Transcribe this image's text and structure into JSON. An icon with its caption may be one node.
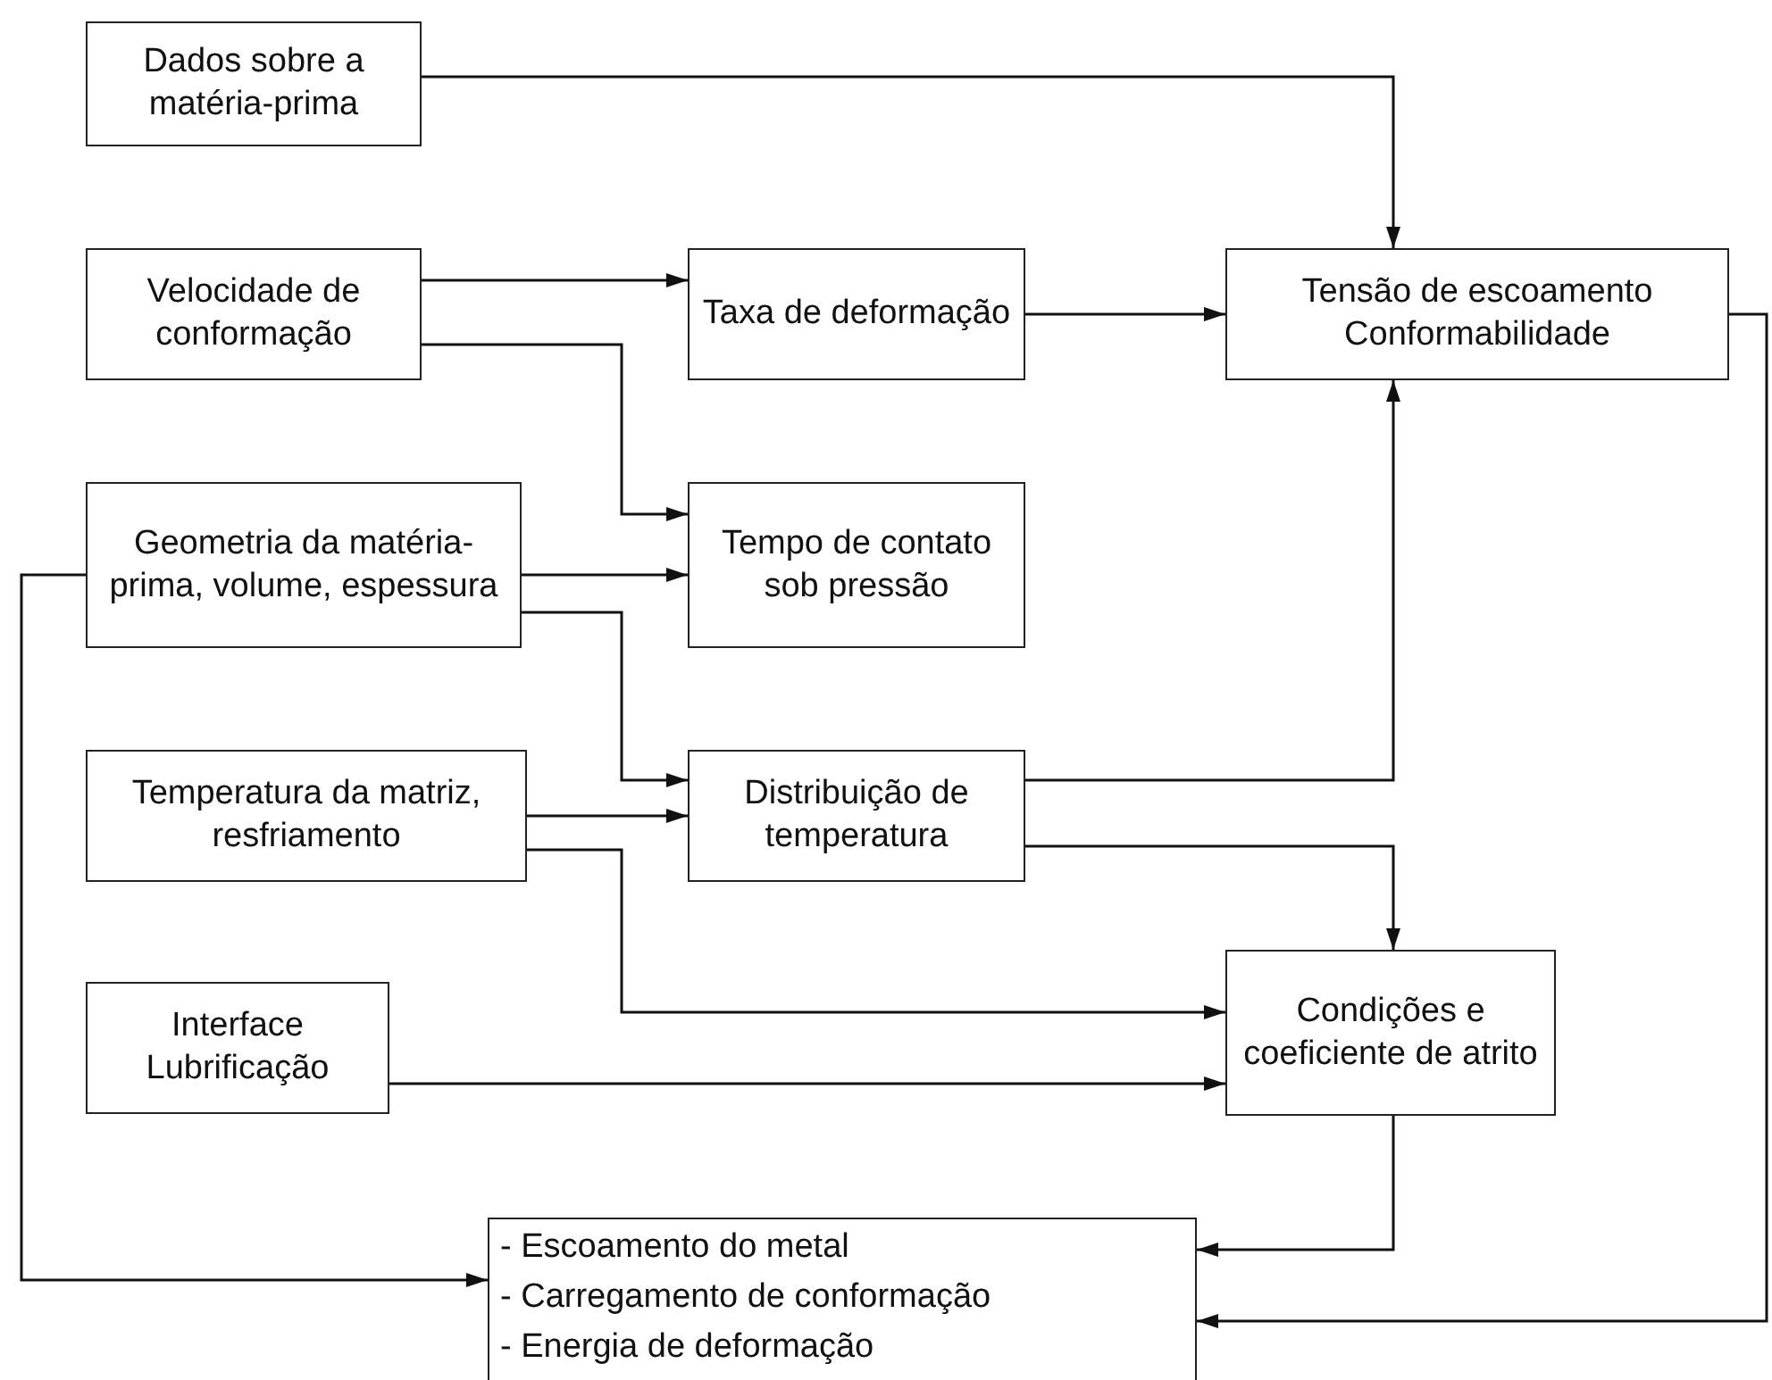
{
  "diagram": {
    "nodes": [
      {
        "text": [
          "Dados sobre a matéria-prima"
        ]
      },
      {
        "text": [
          "Velocidade de conformação"
        ]
      },
      {
        "text": [
          "Taxa de deformação"
        ]
      },
      {
        "text": [
          "Tensão de escoamento Conformabilidade"
        ]
      },
      {
        "text": [
          "Geometria da matéria-prima, volume, espessura"
        ]
      },
      {
        "text": [
          "Tempo de contato sob pressão"
        ]
      },
      {
        "text": [
          "Temperatura da matriz, resfriamento"
        ]
      },
      {
        "text": [
          "Distribuição de temperatura"
        ]
      },
      {
        "text": [
          "Interface Lubrificação"
        ]
      },
      {
        "text": [
          "Condições e coeficiente de atrito"
        ]
      },
      {
        "text": [
          "- Escoamento do metal",
          "- Carregamento de conformação",
          "- Energia de deformação"
        ]
      }
    ],
    "edges": [
      {
        "from": 0,
        "to": 3,
        "arrow": "to"
      },
      {
        "from": 1,
        "to": 2,
        "arrow": "to"
      },
      {
        "from": 1,
        "to": 5,
        "arrow": "to"
      },
      {
        "from": 2,
        "to": 3,
        "arrow": "to"
      },
      {
        "from": 4,
        "to": 5,
        "arrow": "to"
      },
      {
        "from": 4,
        "to": 10,
        "arrow": "to"
      },
      {
        "from": 4,
        "to": 7,
        "arrow": "to"
      },
      {
        "from": 6,
        "to": 7,
        "arrow": "to"
      },
      {
        "from": 6,
        "to": 9,
        "arrow": "to"
      },
      {
        "from": 7,
        "to": 3,
        "arrow": "to"
      },
      {
        "from": 7,
        "to": 9,
        "arrow": "to"
      },
      {
        "from": 8,
        "to": 9,
        "arrow": "to"
      },
      {
        "from": 9,
        "to": 10,
        "arrow": "to"
      },
      {
        "from": 3,
        "to": 10,
        "arrow": "to"
      }
    ]
  }
}
